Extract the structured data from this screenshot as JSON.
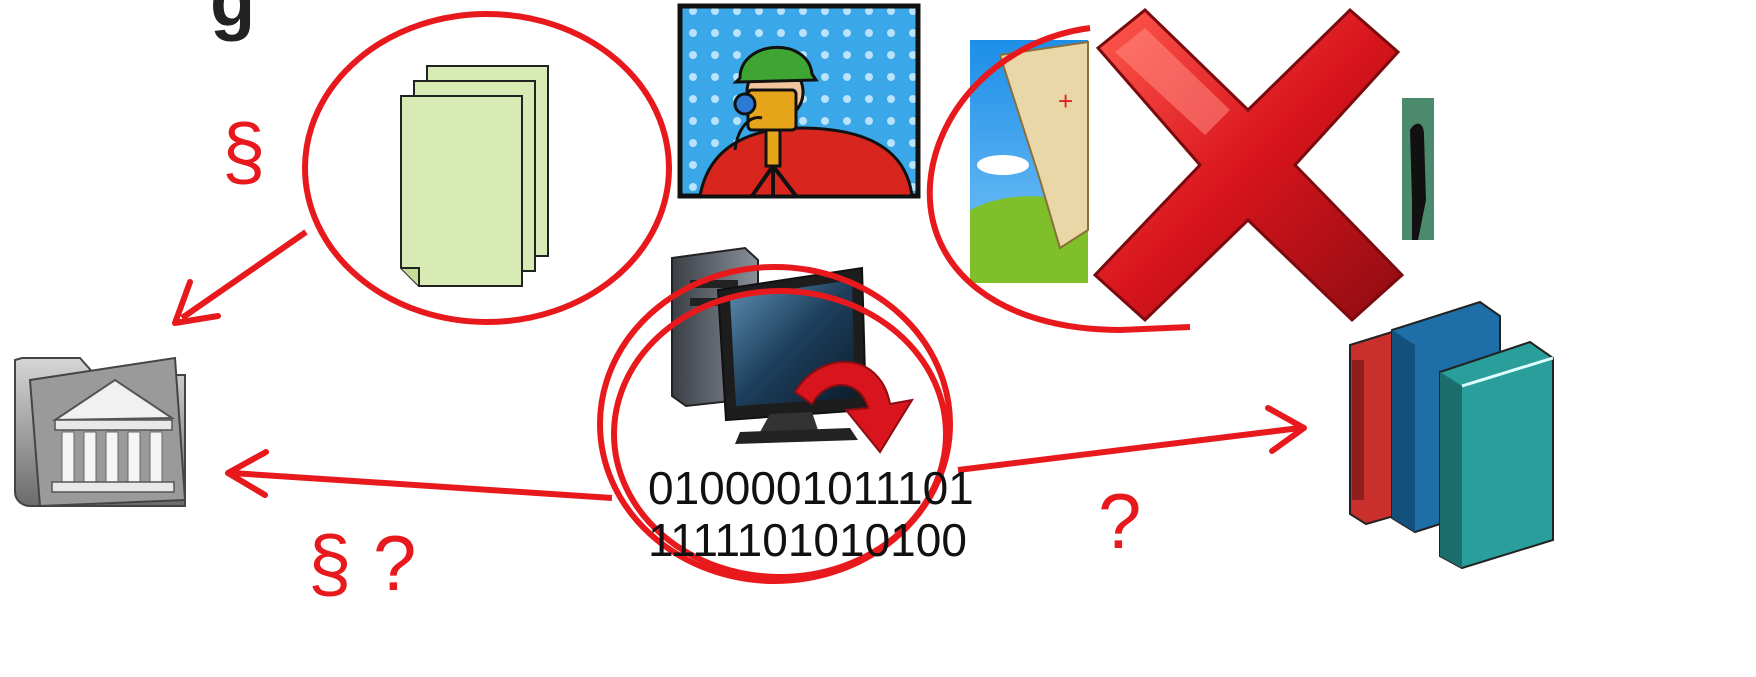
{
  "title_fragment": "g",
  "labels": {
    "section_top": "§",
    "section_question": "§ ?",
    "question_right": "?"
  },
  "binary": {
    "line1": "0100001011101",
    "line2": "1111101010100"
  },
  "nodes": [
    {
      "name": "documents",
      "icon": "stacked-pages-icon"
    },
    {
      "name": "surveyor",
      "icon": "surveyor-theodolite-icon"
    },
    {
      "name": "old-map",
      "icon": "folded-map-icon"
    },
    {
      "name": "computer",
      "icon": "computer-monitor-icon"
    },
    {
      "name": "archive",
      "icon": "archive-folder-icon"
    },
    {
      "name": "library",
      "icon": "books-icon"
    }
  ],
  "colors": {
    "accent": "#e8191c",
    "cross": "#c8151b",
    "page": "#d9ebb4",
    "books_red": "#c9302c",
    "books_blue": "#1e6fa8",
    "books_teal": "#2a9e9b"
  }
}
